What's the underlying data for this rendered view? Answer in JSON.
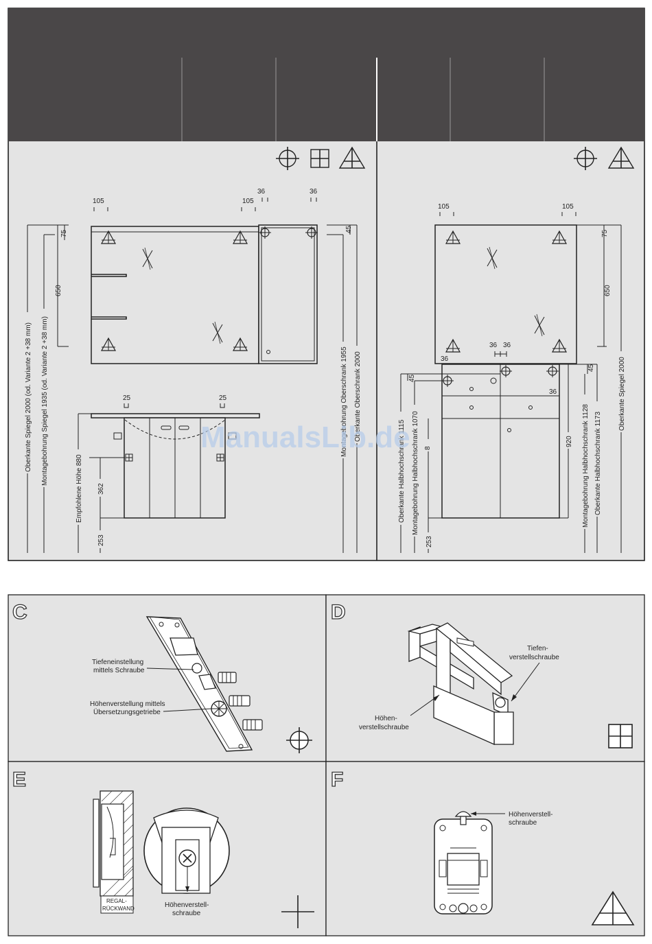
{
  "top": {
    "left_dims": {
      "top_offsets": [
        "105",
        "105",
        "36",
        "36"
      ],
      "v75": "75",
      "v650": "650",
      "v45": "45",
      "v25a": "25",
      "v25b": "25",
      "v362": "362",
      "v253": "253",
      "rot_oberkante_spiegel": "Oberkante Spiegel 2000 (od. Variante 2 +38 mm)",
      "rot_montage_spiegel": "Montagebohrung Spiegel 1935 (od. Variante 2 +38 mm)",
      "rot_empfohlen": "Empfohlene Höhe 880",
      "rot_montage_ober": "Montagebohrung Oberschrank 1955",
      "rot_oberkante_ober": "Oberkante Oberschrank 2000"
    },
    "right_dims": {
      "top_offsets": [
        "105",
        "105"
      ],
      "v75": "75",
      "v650": "650",
      "h36a": "36",
      "h36b": "36",
      "h36c": "36",
      "h36d": "36",
      "v45a": "45",
      "v45b": "45",
      "v920": "920",
      "v253": "253",
      "v8x": "8",
      "rot_oberkante_halb": "Oberkante Halbhochschrank 1115",
      "rot_montage_halb": "Montagebohrung Halbhochschrank 1070",
      "rot_montage_halb2": "Montagebohrung Halbhochschrank 1128",
      "rot_oberkante_halb2": "Oberkante Halbhochschrank 1173",
      "rot_oberkante_spiegel": "Oberkante Spiegel 2000"
    },
    "watermark": "ManualsLib.de"
  },
  "panels": {
    "c": {
      "letter": "C",
      "label1": "Tiefeneinstellung",
      "label2": "mittels Schraube",
      "label3": "Höhenverstellung mittels",
      "label4": "Übersetzungsgetriebe"
    },
    "d": {
      "letter": "D",
      "label1": "Tiefen-",
      "label2": "verstellschraube",
      "label3": "Höhen-",
      "label4": "verstellschraube"
    },
    "e": {
      "letter": "E",
      "label1": "REGAL-",
      "label2": "RÜCKWAND",
      "label3": "Höhenverstell-",
      "label4": "schraube"
    },
    "f": {
      "letter": "F",
      "label1": "Höhenverstell-",
      "label2": "schraube"
    }
  },
  "colors": {
    "header": "#4a4748",
    "panel": "#e4e4e4",
    "line": "#222222"
  }
}
